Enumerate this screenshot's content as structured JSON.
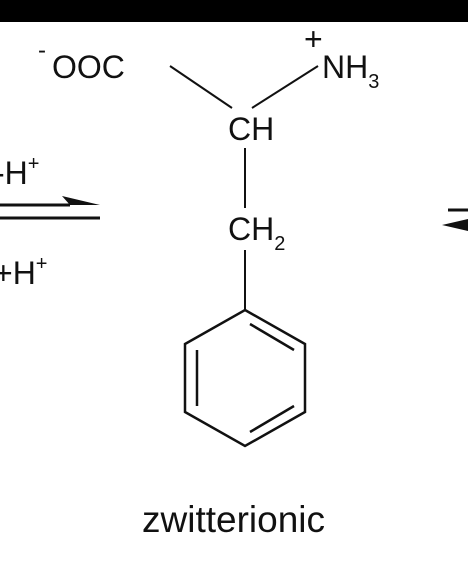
{
  "diagram": {
    "caption": "zwitterionic",
    "arrows": {
      "forward_label": "-H",
      "reverse_label": "+H",
      "superscript": "+"
    },
    "molecule": {
      "carboxylate_charge": "-",
      "carboxylate": "OOC",
      "alpha_carbon": "CH",
      "amine_charge": "+",
      "amine": "NH",
      "amine_subscript": "3",
      "methylene": "CH",
      "methylene_subscript": "2"
    },
    "colors": {
      "background": "#ffffff",
      "ink": "#111111",
      "top_bar": "#000000"
    }
  }
}
